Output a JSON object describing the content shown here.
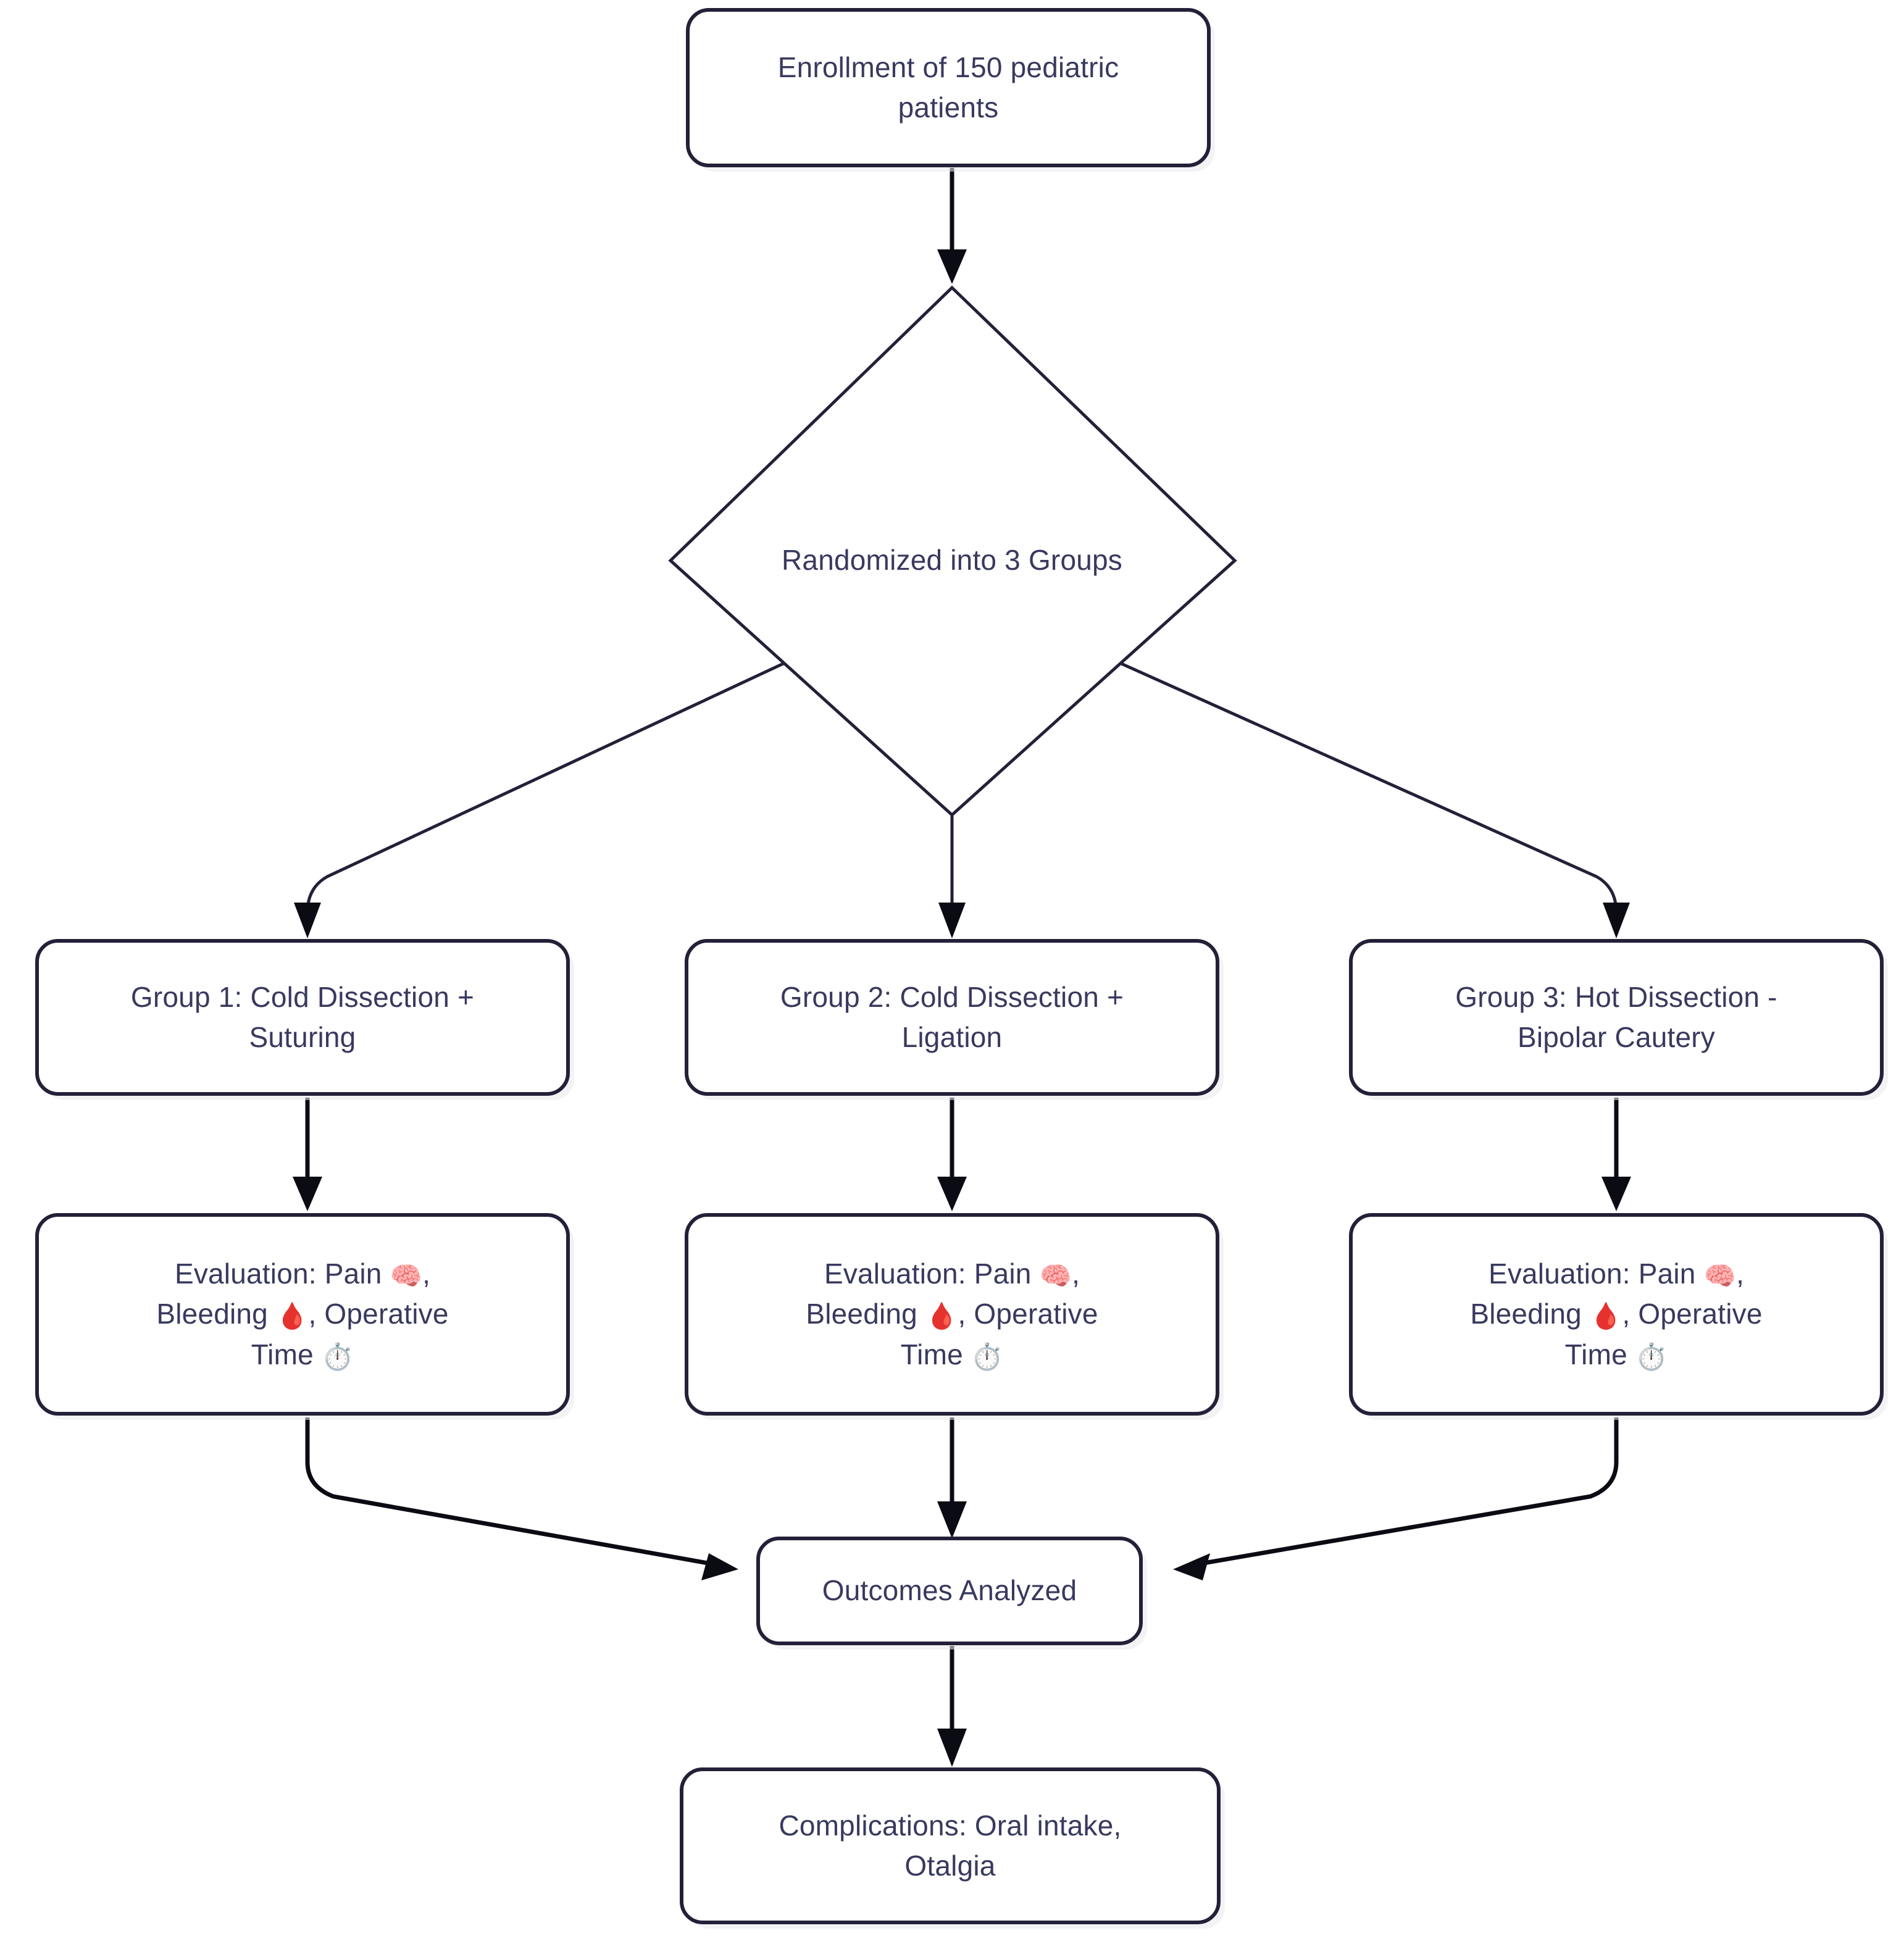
{
  "diagram": {
    "type": "flowchart",
    "title": "Pediatric tonsillectomy randomized trial flowchart",
    "colors": {
      "node_border": "#232038",
      "node_fill": "#ffffff",
      "text": "#39395f",
      "edge": "#0b0b14",
      "accent_pain": "#ff5fb8",
      "accent_bleeding": "#ff1f6e",
      "accent_time": "#8a86a8",
      "background": "#ffffff"
    },
    "nodes": [
      {
        "id": "enrollment",
        "shape": "rounded-rect",
        "label": "Enrollment of 150 pediatric patients",
        "lines": [
          "Enrollment of 150 pediatric",
          "patients"
        ]
      },
      {
        "id": "randomized",
        "shape": "diamond",
        "label": "Randomized into 3 Groups",
        "lines": [
          "Randomized into 3 Groups"
        ]
      },
      {
        "id": "group1",
        "shape": "rounded-rect",
        "label": "Group 1: Cold Dissection + Suturing",
        "lines": [
          "Group 1: Cold Dissection +",
          "Suturing"
        ]
      },
      {
        "id": "group2",
        "shape": "rounded-rect",
        "label": "Group 2: Cold Dissection + Ligation",
        "lines": [
          "Group 2: Cold Dissection +",
          "Ligation"
        ]
      },
      {
        "id": "group3",
        "shape": "rounded-rect",
        "label": "Group 3: Hot Dissection - Bipolar Cautery",
        "lines": [
          "Group 3: Hot Dissection -",
          "Bipolar Cautery"
        ]
      },
      {
        "id": "eval1",
        "shape": "rounded-rect",
        "label": "Evaluation: Pain 🧠, Bleeding 🩸, Operative Time ⏱️",
        "lines": [
          "Evaluation: Pain 🧠,",
          "Bleeding 🩸, Operative",
          "Time ⏱️"
        ]
      },
      {
        "id": "eval2",
        "shape": "rounded-rect",
        "label": "Evaluation: Pain 🧠, Bleeding 🩸, Operative Time ⏱️",
        "lines": [
          "Evaluation: Pain 🧠,",
          "Bleeding 🩸, Operative",
          "Time ⏱️"
        ]
      },
      {
        "id": "eval3",
        "shape": "rounded-rect",
        "label": "Evaluation: Pain 🧠, Bleeding 🩸, Operative Time ⏱️",
        "lines": [
          "Evaluation: Pain 🧠,",
          "Bleeding 🩸, Operative",
          "Time ⏱️"
        ]
      },
      {
        "id": "outcomes",
        "shape": "rounded-rect",
        "label": "Outcomes Analyzed",
        "lines": [
          "Outcomes Analyzed"
        ]
      },
      {
        "id": "complications",
        "shape": "rounded-rect",
        "label": "Complications: Oral intake, Otalgia",
        "lines": [
          "Complications: Oral intake,",
          "Otalgia"
        ]
      }
    ],
    "edges": [
      {
        "from": "enrollment",
        "to": "randomized",
        "style": "straight-arrow"
      },
      {
        "from": "randomized",
        "to": "group1",
        "style": "elbow-arrow"
      },
      {
        "from": "randomized",
        "to": "group2",
        "style": "elbow-arrow"
      },
      {
        "from": "randomized",
        "to": "group3",
        "style": "elbow-arrow"
      },
      {
        "from": "group1",
        "to": "eval1",
        "style": "straight-arrow"
      },
      {
        "from": "group2",
        "to": "eval2",
        "style": "straight-arrow"
      },
      {
        "from": "group3",
        "to": "eval3",
        "style": "straight-arrow"
      },
      {
        "from": "eval1",
        "to": "outcomes",
        "style": "elbow-arrow"
      },
      {
        "from": "eval2",
        "to": "outcomes",
        "style": "straight-arrow"
      },
      {
        "from": "eval3",
        "to": "outcomes",
        "style": "elbow-arrow"
      },
      {
        "from": "outcomes",
        "to": "complications",
        "style": "straight-arrow"
      }
    ],
    "icons": {
      "pain": "brain-icon",
      "bleeding": "blood-drop-icon",
      "operative_time": "stopwatch-icon"
    },
    "icon_glyphs": {
      "brain": "🧠",
      "drop": "🩸",
      "stopwatch": "⏱️"
    },
    "label_parts": {
      "evaluation_prefix": "Evaluation: Pain ",
      "evaluation_mid1": ",",
      "evaluation_line2_prefix": "Bleeding ",
      "evaluation_line2_suffix": ", Operative",
      "evaluation_line3_prefix": "Time "
    }
  }
}
